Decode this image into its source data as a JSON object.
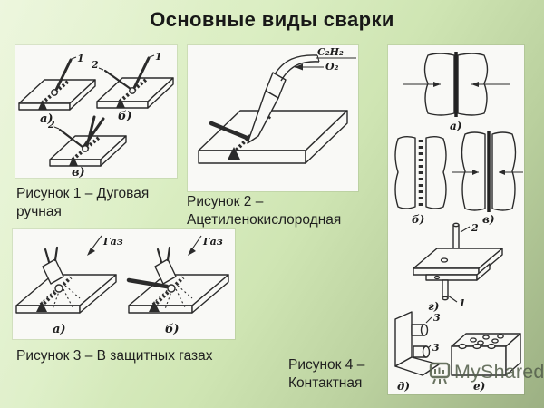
{
  "slide": {
    "title": "Основные виды сварки"
  },
  "figures": {
    "fig1": {
      "caption": "Рисунок 1 – Дуговая ручная",
      "labels": {
        "electrode": "1",
        "rod": "2",
        "sub_a": "а)",
        "sub_b": "б)",
        "sub_v": "в)"
      }
    },
    "fig2": {
      "caption": "Рисунок 2 – Ацетиленокислородная",
      "labels": {
        "gas_top": "C₂H₂",
        "gas_bottom": "O₂"
      }
    },
    "fig3": {
      "caption": "Рисунок 3 – В защитных газах",
      "labels": {
        "gas": "Газ",
        "sub_a": "а)",
        "sub_b": "б)"
      }
    },
    "fig4": {
      "caption": "Рисунок 4 – Контактная",
      "labels": {
        "sub_a": "а)",
        "sub_b": "б)",
        "sub_v": "в)",
        "sub_g": "г)",
        "sub_d": "д)",
        "sub_e": "е)",
        "n1": "1",
        "n2": "2",
        "n3": "3"
      }
    }
  },
  "watermark": {
    "text": "MyShared"
  },
  "colors": {
    "background_light": "#e6f3d1",
    "background_dark": "#9cb083",
    "panel": "#f9f9f6",
    "ink": "#2b2b2b",
    "caption_text": "#1f1f1f",
    "watermark_text": "#54604c"
  }
}
